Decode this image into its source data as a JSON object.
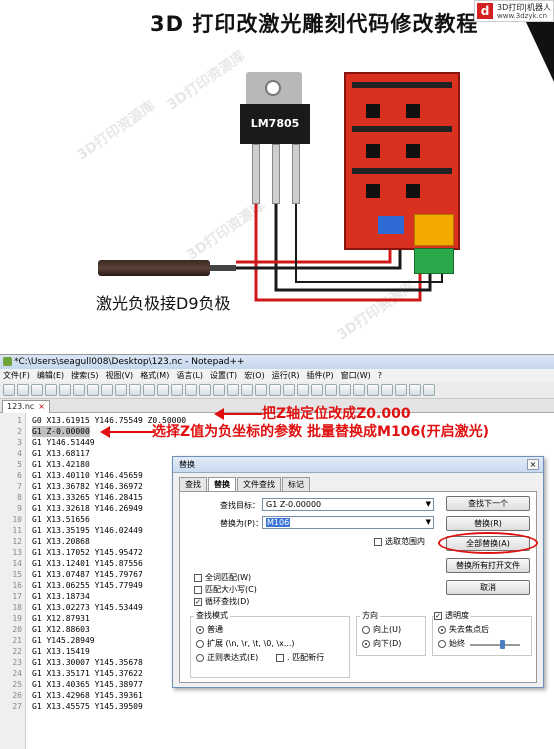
{
  "header": {
    "title": "3D 打印改激光雕刻代码修改教程",
    "logo_letter": "d",
    "logo_brand": "3D打印|机器人",
    "logo_site": "www.3dzyk.cn"
  },
  "photo": {
    "chip_label": "LM7805",
    "caption": "激光负极接D9负极",
    "watermark": "3D打印资源库"
  },
  "window": {
    "title": "*C:\\Users\\seagull008\\Desktop\\123.nc - Notepad++",
    "menu": [
      "文件(F)",
      "编辑(E)",
      "搜索(S)",
      "视图(V)",
      "格式(M)",
      "语言(L)",
      "设置(T)",
      "宏(O)",
      "运行(R)",
      "插件(P)",
      "窗口(W)",
      "?"
    ],
    "tab_label": "123.nc",
    "tab_close": "×"
  },
  "editor": {
    "lines": [
      {
        "n": "1",
        "code": "G0 X13.61915 Y146.75549 Z0.50000"
      },
      {
        "n": "2",
        "code": "G1 Z-0.00000"
      },
      {
        "n": "3",
        "code": "G1 Y146.51449"
      },
      {
        "n": "4",
        "code": "G1 X13.68117"
      },
      {
        "n": "5",
        "code": "G1 X13.42180"
      },
      {
        "n": "6",
        "code": "G1 X13.40110 Y146.45659"
      },
      {
        "n": "7",
        "code": "G1 X13.36782 Y146.36972"
      },
      {
        "n": "8",
        "code": "G1 X13.33265 Y146.28415"
      },
      {
        "n": "9",
        "code": "G1 X13.32618 Y146.26949"
      },
      {
        "n": "10",
        "code": "G1 X13.51656"
      },
      {
        "n": "11",
        "code": "G1 X13.35195 Y146.02449"
      },
      {
        "n": "12",
        "code": "G1 X13.20868"
      },
      {
        "n": "13",
        "code": "G1 X13.17052 Y145.95472"
      },
      {
        "n": "14",
        "code": "G1 X13.12401 Y145.87556"
      },
      {
        "n": "15",
        "code": "G1 X13.07487 Y145.79767"
      },
      {
        "n": "16",
        "code": "G1 X13.06255 Y145.77949"
      },
      {
        "n": "17",
        "code": "G1 X13.18734"
      },
      {
        "n": "18",
        "code": "G1 X13.02273 Y145.53449"
      },
      {
        "n": "19",
        "code": "G1 X12.87931"
      },
      {
        "n": "20",
        "code": "G1 X12.88603"
      },
      {
        "n": "21",
        "code": "G1 Y145.28949"
      },
      {
        "n": "22",
        "code": "G1 X13.15419"
      },
      {
        "n": "23",
        "code": "G1 X13.30007 Y145.35678"
      },
      {
        "n": "24",
        "code": "G1 X13.35171 Y145.37622"
      },
      {
        "n": "25",
        "code": "G1 X13.40365 Y145.38977"
      },
      {
        "n": "26",
        "code": "G1 X13.42968 Y145.39361"
      },
      {
        "n": "27",
        "code": "G1 X13.45575 Y145.39509"
      }
    ]
  },
  "annotations": {
    "first": "把Z轴定位改成Z0.000",
    "second": "选择Z值为负坐标的参数 批量替换成M106(开启激光)"
  },
  "dialog": {
    "title": "替换",
    "close": "×",
    "tabs": [
      "查找",
      "替换",
      "文件查找",
      "标记"
    ],
    "find_label": "查找目标：",
    "find_value": "G1 Z-0.00000",
    "replace_label": "替换为(P)：",
    "replace_value": "M106",
    "in_selection": "选取范围内",
    "buttons": {
      "find_next": "查找下一个",
      "replace": "替换(R)",
      "replace_all": "全部替换(A)",
      "replace_all_open": "替换所有打开文件",
      "cancel": "取消"
    },
    "options": {
      "whole_word": "全词匹配(W)",
      "match_case": "匹配大小写(C)",
      "wrap": "循环查找(D)"
    },
    "search_mode": {
      "title": "查找模式",
      "normal": "普通",
      "extended": "扩展 (\\n, \\r, \\t, \\0, \\x...)",
      "regex": "正则表达式(E)",
      "dot_newline": ". 匹配新行"
    },
    "direction": {
      "title": "方向",
      "up": "向上(U)",
      "down": "向下(D)"
    },
    "transparency": {
      "title": "透明度",
      "on_lose_focus": "失去焦点后",
      "always": "始终"
    }
  }
}
